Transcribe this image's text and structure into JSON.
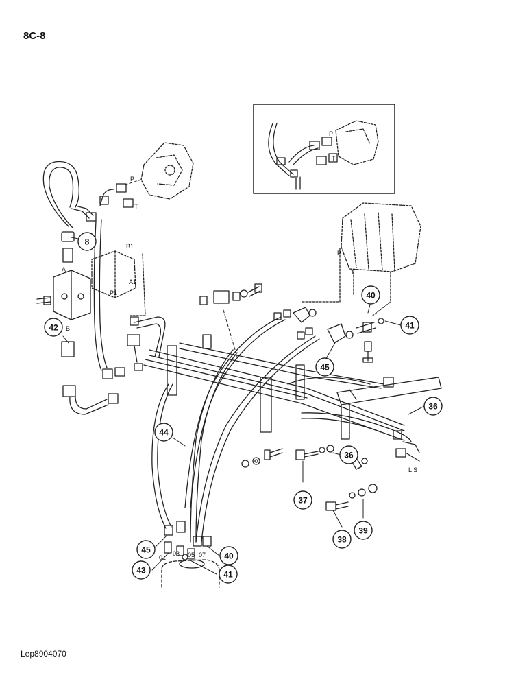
{
  "page_code": "8C-8",
  "document_ref": "Lep8904070",
  "callouts": [
    {
      "id": "c-8",
      "text": "8"
    },
    {
      "id": "c-40-top",
      "text": "40"
    },
    {
      "id": "c-41-top",
      "text": "41"
    },
    {
      "id": "c-42",
      "text": "42"
    },
    {
      "id": "c-45-mid",
      "text": "45"
    },
    {
      "id": "c-36-right",
      "text": "36"
    },
    {
      "id": "c-44",
      "text": "44"
    },
    {
      "id": "c-36-mid",
      "text": "36"
    },
    {
      "id": "c-37",
      "text": "37"
    },
    {
      "id": "c-38",
      "text": "38"
    },
    {
      "id": "c-39",
      "text": "39"
    },
    {
      "id": "c-45-bot",
      "text": "45"
    },
    {
      "id": "c-40-bot",
      "text": "40"
    },
    {
      "id": "c-43",
      "text": "43"
    },
    {
      "id": "c-41-bot",
      "text": "41"
    }
  ],
  "port_labels": {
    "p_left": "P",
    "t_left": "T",
    "p_inset": "P",
    "t_inset": "T",
    "p_right": "P",
    "t_right": "T",
    "a": "A",
    "b": "B",
    "b1": "B1",
    "a1": "A1",
    "p1": "P1",
    "ls": "L S",
    "o1": "01",
    "o8": "08",
    "o5": "05",
    "o7": "07"
  }
}
